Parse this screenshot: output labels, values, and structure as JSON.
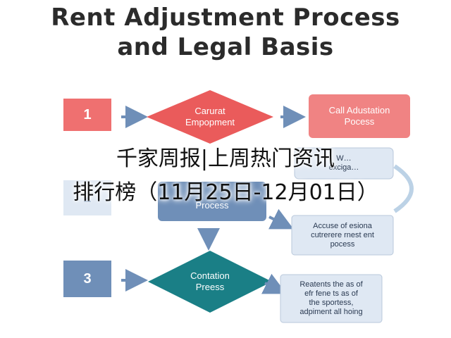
{
  "title": {
    "line1": "Rent Adjustment Process",
    "line2": "and Legal Basis"
  },
  "steps": {
    "s1": {
      "number": "1",
      "diamond": "Carurat\nEmpopment",
      "box": "Call Adustation\nPocess"
    },
    "s2": {
      "number": "2",
      "box_left": "Process",
      "box_right_top": "W…\nexciga…",
      "box_right": "Accuse of esiona\ncutrerere rnest ent\npocess"
    },
    "s3": {
      "number": "3",
      "diamond": "Contation\nPreess",
      "box": "Reatents the as of\nefr fene ts as of\nthe sportess,\nadpiment all hoing"
    }
  },
  "overlay": {
    "line1": "千家周报|上周热门资讯",
    "line2": "排行榜（11月25日-12月01日）"
  },
  "colors": {
    "red": "#ea5b5b",
    "red_light": "#f28b8b",
    "blue": "#6f8fb8",
    "blue_light": "#dfe8f3",
    "teal": "#1a7f86",
    "arrow": "#6f8fb8"
  }
}
